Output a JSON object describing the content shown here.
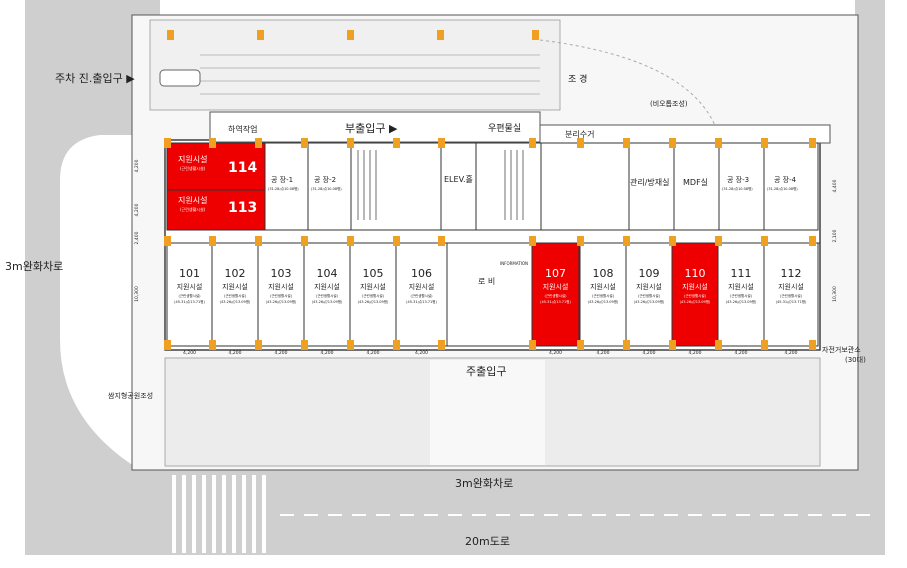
{
  "labels": {
    "parking_entrance": "주차 진.출입구 ▶",
    "landscape": "조 경",
    "non_buildable": "(비오톱조성)",
    "loading": "하역작업",
    "sub_entrance": "부출입구 ▶",
    "mail_room": "우편물실",
    "recycle": "분리수거",
    "elev_hall": "ELEV.홀",
    "lobby": "로 비",
    "information": "INFORMATION",
    "main_entrance": "주출입구",
    "road_left": "3m완화차로",
    "road_bottom": "3m완화차로",
    "road_20m": "20m도로",
    "park": "쌈지형공원조성",
    "bike_parking": "자전거보관소",
    "bike_count": "(30대)"
  },
  "top_rooms": [
    {
      "name": "공 장-1",
      "area": "(31.28㎡/10.08평)"
    },
    {
      "name": "공 장-2",
      "area": "(31.28㎡/10.08평)"
    },
    {
      "name": "관리/방재실",
      "area": ""
    },
    {
      "name": "MDF실",
      "area": ""
    },
    {
      "name": "공 장-3",
      "area": "(31.28㎡/10.08평)"
    },
    {
      "name": "공 장-4",
      "area": "(31.28㎡/10.08평)"
    }
  ],
  "support_114": {
    "num": "114",
    "label": "지원시설",
    "sub": "(근린생활시설)",
    "highlight": true
  },
  "support_113": {
    "num": "113",
    "label": "지원시설",
    "sub": "(근린생활시설)",
    "highlight": true
  },
  "units": [
    {
      "num": "101",
      "label": "지원시설",
      "sub": "(근린생활시설)",
      "area": "(45.31㎡/13.71평)",
      "highlight": false
    },
    {
      "num": "102",
      "label": "지원시설",
      "sub": "(근린생활시설)",
      "area": "(43.26㎡/13.09평)",
      "highlight": false
    },
    {
      "num": "103",
      "label": "지원시설",
      "sub": "(근린생활시설)",
      "area": "(43.26㎡/13.09평)",
      "highlight": false
    },
    {
      "num": "104",
      "label": "지원시설",
      "sub": "(근린생활시설)",
      "area": "(43.26㎡/13.09평)",
      "highlight": false
    },
    {
      "num": "105",
      "label": "지원시설",
      "sub": "(근린생활시설)",
      "area": "(43.26㎡/13.09평)",
      "highlight": false
    },
    {
      "num": "106",
      "label": "지원시설",
      "sub": "(근린생활시설)",
      "area": "(45.31㎡/13.71평)",
      "highlight": false
    },
    {
      "num": "107",
      "label": "지원시설",
      "sub": "(근린생활시설)",
      "area": "(45.31㎡/13.71평)",
      "highlight": true
    },
    {
      "num": "108",
      "label": "지원시설",
      "sub": "(근린생활시설)",
      "area": "(43.26㎡/13.09평)",
      "highlight": false
    },
    {
      "num": "109",
      "label": "지원시설",
      "sub": "(근린생활시설)",
      "area": "(43.26㎡/13.09평)",
      "highlight": false
    },
    {
      "num": "110",
      "label": "지원시설",
      "sub": "(근린생활시설)",
      "area": "(43.26㎡/13.09평)",
      "highlight": true
    },
    {
      "num": "111",
      "label": "지원시설",
      "sub": "(근린생활시설)",
      "area": "(43.26㎡/13.09평)",
      "highlight": false
    },
    {
      "num": "112",
      "label": "지원시설",
      "sub": "(근린생활시설)",
      "area": "(45.31㎡/13.71평)",
      "highlight": false
    }
  ],
  "dims_bottom": [
    "4,200",
    "4,200",
    "4,200",
    "4,200",
    "4,200",
    "4,200",
    "4,200",
    "4,200",
    "4,200",
    "4,200",
    "4,200",
    "4,200"
  ],
  "dims_left": [
    "4,200",
    "4,200",
    "2,400",
    "10,300"
  ],
  "dims_right": [
    "4,400",
    "2,100",
    "10,300"
  ],
  "colors": {
    "highlight": "#ee0000",
    "column": "#f0a020",
    "road": "#c8c8c8",
    "building": "#ffffff",
    "line": "#333333"
  }
}
